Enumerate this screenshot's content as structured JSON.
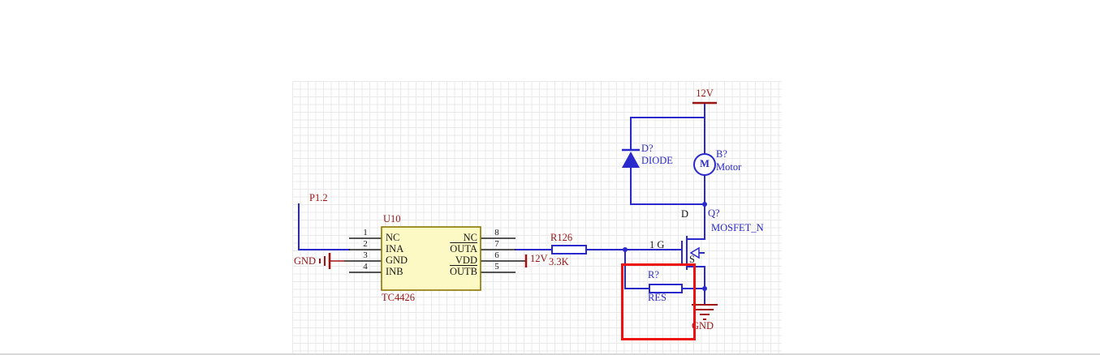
{
  "colors": {
    "wire": "#2a2acc",
    "component": "#2a2acc",
    "net_label": "#9e1212",
    "highlight": "#ee1111",
    "ic_fill": "#fdf9c4",
    "ic_border": "#8b7500"
  },
  "ports": {
    "p12": "P1.2",
    "gnd_left": "GND",
    "vdd_12v": "12V",
    "top_12v": "12V",
    "gnd_bottom": "GND"
  },
  "ic": {
    "designator": "U10",
    "part": "TC4426",
    "left_pins": [
      {
        "num": "1",
        "name": "NC"
      },
      {
        "num": "2",
        "name": "INA"
      },
      {
        "num": "3",
        "name": "GND"
      },
      {
        "num": "4",
        "name": "INB"
      }
    ],
    "right_pins": [
      {
        "num": "8",
        "name": "NC"
      },
      {
        "num": "7",
        "name": "OUTA"
      },
      {
        "num": "6",
        "name": "VDD"
      },
      {
        "num": "5",
        "name": "OUTB"
      }
    ]
  },
  "r126": {
    "designator": "R126",
    "value": "3.3K"
  },
  "pulldown_resistor": {
    "designator": "R?",
    "value": "RES"
  },
  "diode": {
    "designator": "D?",
    "value": "DIODE"
  },
  "motor": {
    "designator": "B?",
    "value": "Motor",
    "letter": "M"
  },
  "mosfet": {
    "designator": "Q?",
    "value": "MOSFET_N",
    "gate_label": "1 G",
    "drain_label": "D",
    "source_label": "S"
  }
}
